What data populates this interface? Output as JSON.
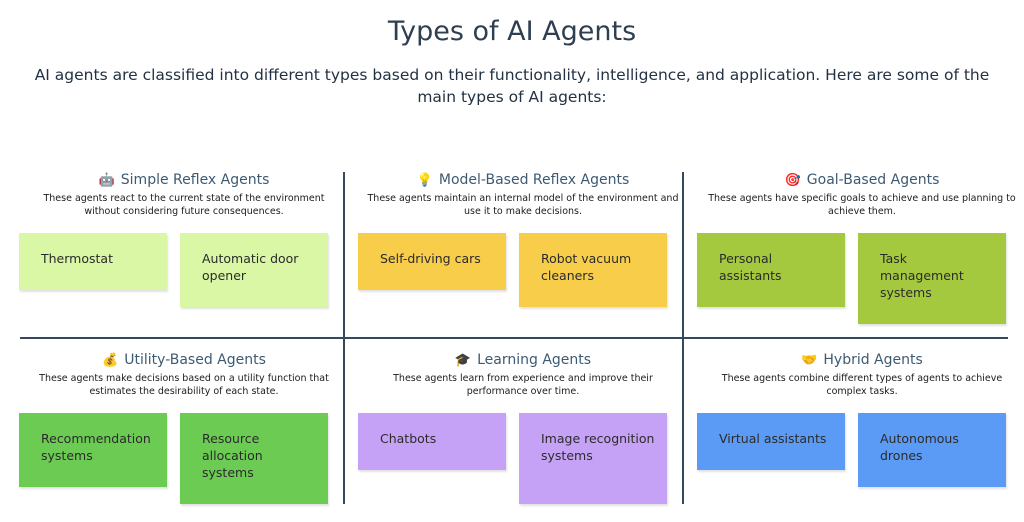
{
  "title": "Types of AI Agents",
  "subtitle": "AI agents are classified into different types based on their functionality, intelligence, and application. Here are some of the main types of AI agents:",
  "sections": [
    {
      "emoji": "🤖",
      "icon": "robot-icon",
      "name": "Simple Reflex Agents",
      "description": "These agents react to the current state of the environment without considering future consequences.",
      "color": "#d9f7a4",
      "examples": [
        "Thermostat",
        "Automatic door opener"
      ]
    },
    {
      "emoji": "💡",
      "icon": "lightbulb-icon",
      "name": "Model-Based Reflex Agents",
      "description": "These agents maintain an internal model of the environment and use it to make decisions.",
      "color": "#f7cd4a",
      "examples": [
        "Self-driving cars",
        "Robot vacuum cleaners"
      ]
    },
    {
      "emoji": "🎯",
      "icon": "target-icon",
      "name": "Goal-Based Agents",
      "description": "These agents have specific goals to achieve and use planning to achieve them.",
      "color": "#a4c93e",
      "examples": [
        "Personal assistants",
        "Task management systems"
      ]
    },
    {
      "emoji": "💰",
      "icon": "money-bag-icon",
      "name": "Utility-Based Agents",
      "description": "These agents make decisions based on a utility function that estimates the desirability of each state.",
      "color": "#6ccb52",
      "examples": [
        "Recommendation systems",
        "Resource allocation systems"
      ]
    },
    {
      "emoji": "🎓",
      "icon": "graduation-cap-icon",
      "name": "Learning Agents",
      "description": "These agents learn from experience and improve their performance over time.",
      "color": "#c6a2f6",
      "examples": [
        "Chatbots",
        "Image recognition systems"
      ]
    },
    {
      "emoji": "🤝",
      "icon": "handshake-icon",
      "name": "Hybrid Agents",
      "description": "These agents combine different types of agents to achieve complex tasks.",
      "color": "#5b9bf5",
      "examples": [
        "Virtual assistants",
        "Autonomous drones"
      ]
    }
  ]
}
